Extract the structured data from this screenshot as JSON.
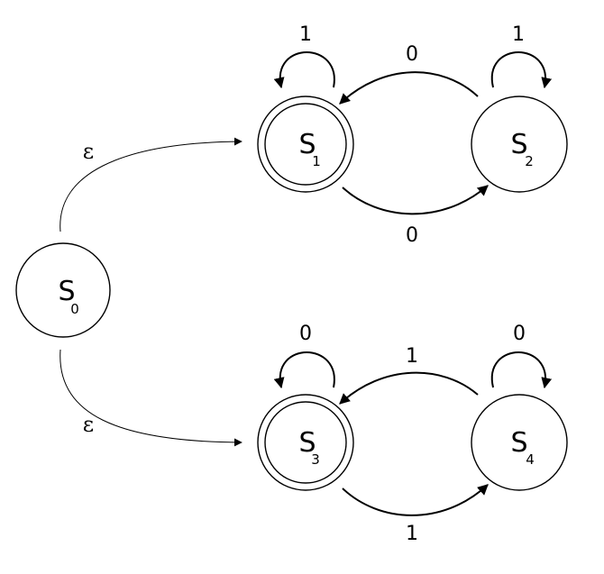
{
  "diagram": {
    "states": {
      "s0": {
        "main": "S",
        "sub": "0"
      },
      "s1": {
        "main": "S",
        "sub": "1"
      },
      "s2": {
        "main": "S",
        "sub": "2"
      },
      "s3": {
        "main": "S",
        "sub": "3"
      },
      "s4": {
        "main": "S",
        "sub": "4"
      }
    },
    "transitions": {
      "s0_s1": "ε",
      "s0_s3": "ε",
      "s1_loop": "1",
      "s2_loop": "1",
      "s2_s1": "0",
      "s1_s2": "0",
      "s3_loop": "0",
      "s4_loop": "0",
      "s4_s3": "1",
      "s3_s4": "1"
    }
  }
}
